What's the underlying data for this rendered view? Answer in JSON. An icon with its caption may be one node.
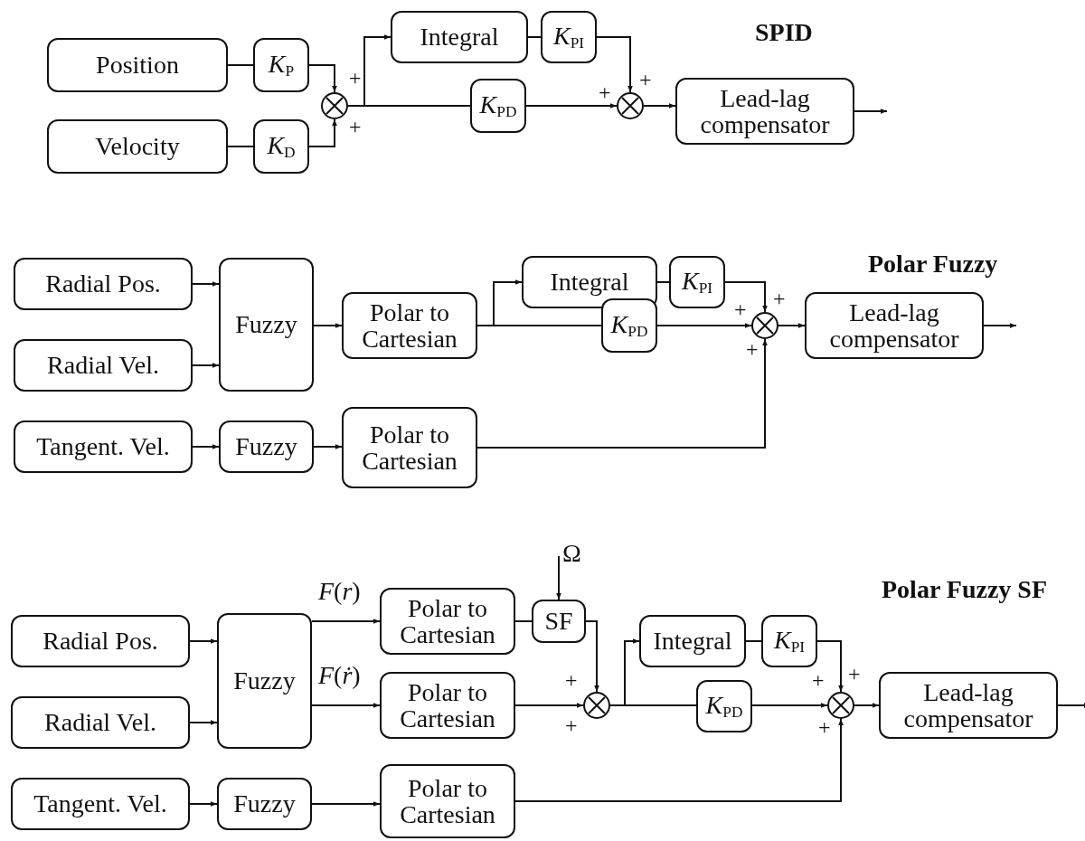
{
  "diagram": {
    "nodes": [
      {
        "text": [
          "Position"
        ]
      },
      {
        "text": [
          "*K*$_{P}$"
        ]
      },
      {
        "text": [
          "Velocity"
        ]
      },
      {
        "text": [
          "*K*$_{D}$"
        ]
      },
      {
        "text": [],
        "shape": "circle"
      },
      {
        "text": [
          "Integral"
        ]
      },
      {
        "text": [
          "*K*$_{PI}$"
        ]
      },
      {
        "text": [
          "*K*$_{PD}$"
        ]
      },
      {
        "text": [],
        "shape": "circle"
      },
      {
        "text": [
          "Lead-lag compensator"
        ]
      },
      {
        "text": [
          "Radial Pos."
        ]
      },
      {
        "text": [
          "Radial Vel."
        ]
      },
      {
        "text": [
          "Fuzzy"
        ]
      },
      {
        "text": [
          "Polar to Cartesian"
        ]
      },
      {
        "text": [
          "Integral"
        ]
      },
      {
        "text": [
          "*K*$_{PI}$"
        ]
      },
      {
        "text": [
          "*K*$_{PD}$"
        ]
      },
      {
        "text": [],
        "shape": "circle"
      },
      {
        "text": [
          "Lead-lag compensator"
        ]
      },
      {
        "text": [
          "Tangent. Vel."
        ]
      },
      {
        "text": [
          "Fuzzy"
        ]
      },
      {
        "text": [
          "Polar to Cartesian"
        ]
      },
      {
        "text": [
          "Radial Pos."
        ]
      },
      {
        "text": [
          "Radial Vel."
        ]
      },
      {
        "text": [
          "Fuzzy"
        ]
      },
      {
        "text": [
          "Polar to Cartesian"
        ]
      },
      {
        "text": [
          "SF"
        ]
      },
      {
        "text": [
          "Polar to Cartesian"
        ]
      },
      {
        "text": [],
        "shape": "circle"
      },
      {
        "text": [
          "Integral"
        ]
      },
      {
        "text": [
          "*K*$_{PI}$"
        ]
      },
      {
        "text": [
          "*K*$_{PD}$"
        ]
      },
      {
        "text": [],
        "shape": "circle"
      },
      {
        "text": [
          "Lead-lag compensator"
        ]
      },
      {
        "text": [
          "Tangent. Vel."
        ]
      },
      {
        "text": [
          "Fuzzy"
        ]
      },
      {
        "text": [
          "Polar to Cartesian"
        ]
      }
    ],
    "edges": [
      {
        "from": 0,
        "to": 1,
        "arrow": "none"
      },
      {
        "from": 2,
        "to": 3,
        "arrow": "none"
      },
      {
        "from": 1,
        "to": 4,
        "arrow": "to"
      },
      {
        "from": 3,
        "to": 4,
        "arrow": "to"
      },
      {
        "from": 4,
        "to": 5,
        "arrow": "to"
      },
      {
        "from": 4,
        "to": 7,
        "arrow": "none"
      },
      {
        "from": 5,
        "to": 6,
        "arrow": "none"
      },
      {
        "from": 6,
        "to": 8,
        "arrow": "to"
      },
      {
        "from": 7,
        "to": 8,
        "arrow": "to"
      },
      {
        "from": 8,
        "to": 9,
        "arrow": "to"
      },
      {
        "from": 9,
        "to": null,
        "arrow": "to"
      },
      {
        "from": 10,
        "to": 12,
        "arrow": "to"
      },
      {
        "from": 11,
        "to": 12,
        "arrow": "to"
      },
      {
        "from": 12,
        "to": 13,
        "arrow": "to"
      },
      {
        "from": 13,
        "to": 14,
        "arrow": "to"
      },
      {
        "from": 13,
        "to": 16,
        "arrow": "none"
      },
      {
        "from": 14,
        "to": 15,
        "arrow": "none"
      },
      {
        "from": 15,
        "to": 17,
        "arrow": "to"
      },
      {
        "from": 16,
        "to": 17,
        "arrow": "to"
      },
      {
        "from": 17,
        "to": 18,
        "arrow": "to"
      },
      {
        "from": 18,
        "to": null,
        "arrow": "to"
      },
      {
        "from": 19,
        "to": 20,
        "arrow": "to"
      },
      {
        "from": 20,
        "to": 21,
        "arrow": "to"
      },
      {
        "from": 21,
        "to": 17,
        "arrow": "to"
      },
      {
        "from": 22,
        "to": 24,
        "arrow": "to"
      },
      {
        "from": 23,
        "to": 24,
        "arrow": "to"
      },
      {
        "from": 24,
        "to": 25,
        "arrow": "to",
        "label": "*F*(*r*)"
      },
      {
        "from": 24,
        "to": 27,
        "arrow": "to",
        "label": "*F*(*ṙ*)"
      },
      {
        "from": 25,
        "to": 26,
        "arrow": "none"
      },
      {
        "from": null,
        "to": 26,
        "arrow": "to",
        "label": "Ω"
      },
      {
        "from": 26,
        "to": 28,
        "arrow": "to"
      },
      {
        "from": 27,
        "to": 28,
        "arrow": "to"
      },
      {
        "from": 28,
        "to": 29,
        "arrow": "to"
      },
      {
        "from": 28,
        "to": 31,
        "arrow": "none"
      },
      {
        "from": 29,
        "to": 30,
        "arrow": "none"
      },
      {
        "from": 30,
        "to": 32,
        "arrow": "to"
      },
      {
        "from": 31,
        "to": 32,
        "arrow": "to"
      },
      {
        "from": 32,
        "to": 33,
        "arrow": "to"
      },
      {
        "from": 33,
        "to": null,
        "arrow": "to"
      },
      {
        "from": 34,
        "to": 35,
        "arrow": "to"
      },
      {
        "from": 35,
        "to": 36,
        "arrow": "to"
      },
      {
        "from": 36,
        "to": 32,
        "arrow": "to"
      }
    ],
    "labels": [
      "SPID",
      "+",
      "+",
      "+",
      "+",
      "Polar Fuzzy",
      "+",
      "+",
      "+",
      "Polar Fuzzy SF",
      "+",
      "+",
      "+",
      "+",
      "+"
    ]
  }
}
